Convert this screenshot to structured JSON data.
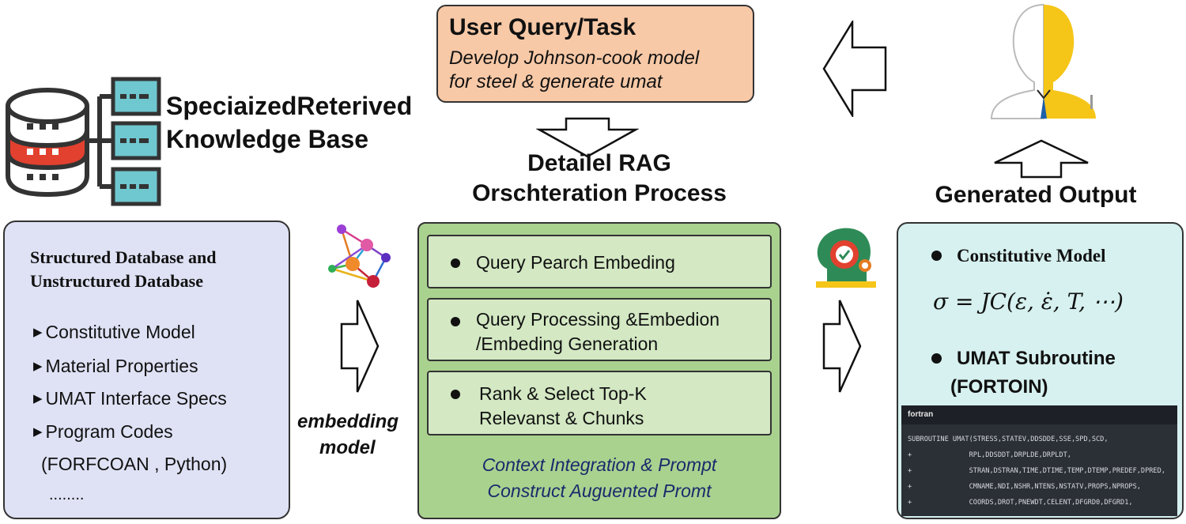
{
  "query": {
    "title": "User Query/Task",
    "line1": "Develop Johnson-cook model",
    "line2": "for steel & generate umat"
  },
  "knowledge_base": {
    "title_line1": "SpeciaizedReterived",
    "title_line2": "Knowledge Base",
    "database_icon": "database-icon",
    "server_icon": "server-icon"
  },
  "rag": {
    "title_line1": "Detailel RAG",
    "title_line2": "Orschteration Process",
    "steps": [
      {
        "line1": "Query Pearch Embeding",
        "line2": ""
      },
      {
        "line1": "Query Processing &Embedion",
        "line2": "/Embeding Generation"
      },
      {
        "line1": "Rank & Select Top-K",
        "line2": "Relevanst & Chunks"
      }
    ],
    "note_line1": "Context Integration & Prompt",
    "note_line2": "Construct Auguented Promt"
  },
  "database": {
    "title_line1": "Structured Database and",
    "title_line2": "Unstructured Database",
    "items": [
      "Constitutive Model",
      "Material Properties",
      "UMAT Interface Specs",
      "Program Codes"
    ],
    "codes_sub": "(FORFCOAN , Python)",
    "ellipsis": "........"
  },
  "embedding": {
    "line1": "embedding",
    "line2": "model",
    "icon": "network-icon"
  },
  "output": {
    "title": "Generated Output",
    "constitutive_label": "Constitutive Model",
    "formula": "σ = JC(ε, ε̇, T, ⋯)",
    "umat_line1": "UMAT Subroutine",
    "umat_line2": "(FORTOIN)",
    "code_lang": "fortran",
    "code_lines": [
      "SUBROUTINE UMAT(STRESS,STATEV,DDSDDE,SSE,SPD,SCD,",
      "+              RPL,DDSDDT,DRPLDE,DRPLDT,",
      "+              STRAN,DSTRAN,TIME,DTIME,TEMP,DTEMP,PREDEF,DPRED,",
      "+              CMNAME,NDI,NSHR,NTENS,NSTATV,PROPS,NPROPS,",
      "+              COORDS,DROT,PNEWDT,CELENT,DFGRD0,DFGRD1,"
    ],
    "user_icon": "user-avatar-icon",
    "ai_icon": "ai-brain-icon"
  },
  "colors": {
    "query_bg": "#f8c9a7",
    "db_bg": "#dfe2f5",
    "rag_bg": "#a9d28f",
    "step_bg": "#d3e8c3",
    "out_bg": "#d6f1ef",
    "accent_red": "#e2412f",
    "accent_teal": "#6fc7cf",
    "user_yellow": "#f5c518"
  }
}
